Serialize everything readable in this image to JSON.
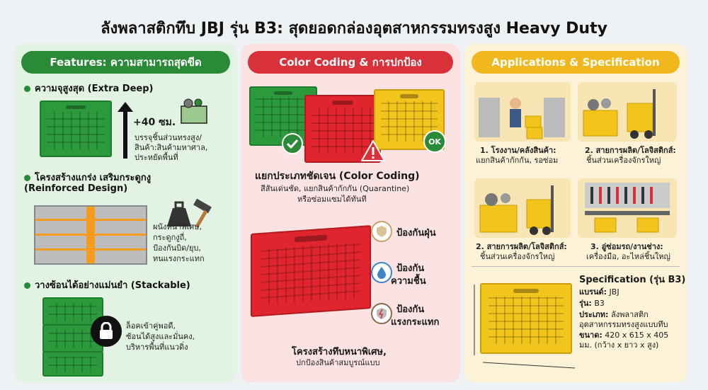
{
  "title": "ลังพลาสติกทึบ JBJ รุ่น B3: สุดยอดกล่องอุตสาหกรรมทรงสูง Heavy Duty",
  "features": {
    "header": "Features: ความสามารถสุดขีด",
    "deep": {
      "title": "ความจุสูงสุด (Extra Deep)",
      "value": "+40 ซม.",
      "desc1": "บรรจุชิ้นส่วนทรงสูง/",
      "desc2": "สินค้า:สินค้ามหาศาล,",
      "desc3": "ประหยัดพื้นที่"
    },
    "reinforced": {
      "title1": "โครงสร้างแกร่ง เสริมกระดูกงู",
      "title2": "(Reinforced Design)",
      "desc1": "ผนังหนาพิเศษ,",
      "desc2": "กระดูกงูถี่,",
      "desc3": "ป้องกันบิด/ยุบ,",
      "desc4": "ทนแรงกระแทก"
    },
    "stack": {
      "title": "วางซ้อนได้อย่างแม่นยำ (Stackable)",
      "desc1": "ล็อคเข้าคู่พอดี,",
      "desc2": "ซ้อนได้สูงและมั่นคง,",
      "desc3": "บริหารพื้นที่แนวดิ่ง"
    }
  },
  "color": {
    "header": "Color Coding & การปกป้อง",
    "ok_label": "OK",
    "title": "แยกประเภทชัดเจน (Color Coding)",
    "desc1": "สีสันเด่นชัด, แยกสินค้ากักกัน (Quarantine)",
    "desc2": "หรือซ่อมแซมได้ทันที",
    "protect_dust": "ป้องกันฝุ่น",
    "protect_moist1": "ป้องกัน",
    "protect_moist2": "ความชื้น",
    "protect_impact1": "ป้องกัน",
    "protect_impact2": "แรงกระแทก",
    "bottom1": "โครงสร้างทึบหนาพิเศษ,",
    "bottom2": "ปกป้องสินค้าสมบูรณ์แบบ"
  },
  "apps": {
    "header": "Applications & Specification",
    "a1_line1": "1. โรงงาน/คลังสินค้า:",
    "a1_line2": "แยกสินค้ากักกัน, รอซ่อม",
    "a2_line1": "2. สายการผลิต/โลจิสติกส์:",
    "a2_line2": "ชิ้นส่วนเครื่องจักรใหญ่",
    "a3_line1": "2. สายการผลิต/โลจิสติกส์:",
    "a3_line2": "ชิ้นส่วนเครื่องจักรใหญ่",
    "a4_line1": "3. อู่ซ่อมรถ/งานช่าง:",
    "a4_line2": "เครื่องมือ, อะไหล่ชิ้นใหญ่"
  },
  "spec": {
    "title": "Specification (รุ่น B3)",
    "brand_label": "แบรนด์:",
    "brand": "JBJ",
    "model_label": "รุ่น:",
    "model": "B3",
    "type_label": "ประเภท:",
    "type1": "ลังพลาสติก",
    "type2": "อุตสาหกรรมทรงสูงแบบทึบ",
    "size_label": "ขนาด:",
    "size1": "420 x 615 x 405",
    "size2": "มม. (กว้าง x ยาว x สูง)"
  },
  "colors": {
    "green": "#2a8a38",
    "red": "#d8313a",
    "yellow": "#f0b81c"
  }
}
